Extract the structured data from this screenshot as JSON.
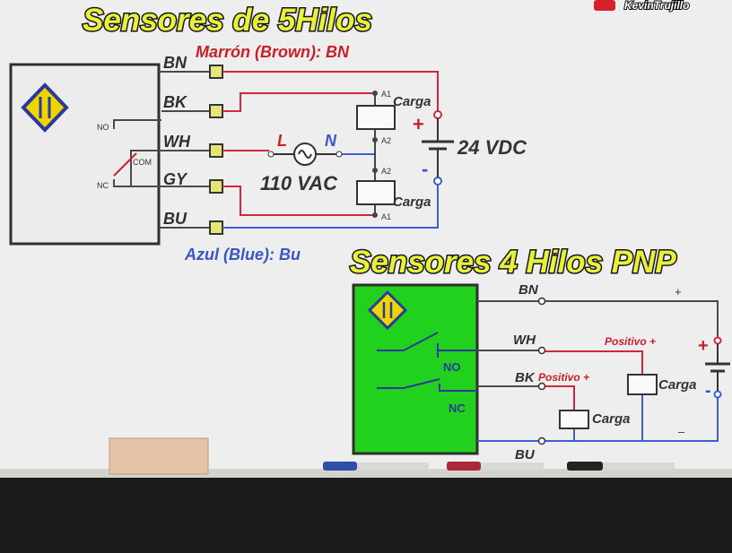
{
  "top": {
    "title": "Sensores de 5Hilos",
    "channel": "KevinTrujillo",
    "terminals": [
      "BN",
      "BK",
      "WH",
      "GY",
      "BU"
    ],
    "brown_note": "Marrón (Brown): BN",
    "blue_note": "Azul (Blue): Bu",
    "switch_labels": {
      "no": "NO",
      "com": "COM",
      "nc": "NC"
    },
    "relay_pins": {
      "a1": "A1",
      "a2": "A2"
    },
    "load_label": "Carga",
    "ac_source": {
      "value": "110 VAC",
      "l": "L",
      "n": "N"
    },
    "dc_source": {
      "value": "24 VDC",
      "plus": "+",
      "minus": "-"
    }
  },
  "bottom": {
    "title": "Sensores 4 Hilos PNP",
    "wires": [
      "BN",
      "WH",
      "BK",
      "BU"
    ],
    "contact_labels": {
      "no": "NO",
      "nc": "NC"
    },
    "positive_label": "Positivo +",
    "load_label": "Carga",
    "dc_source": {
      "plus": "+",
      "minus": "-"
    },
    "rail_plus": "+",
    "rail_minus": "–"
  },
  "colors": {
    "sensor_green": "#22d11e",
    "wire_red": "#d0283a",
    "wire_blue": "#3d5fd0",
    "title_yellow": "#e8f03a",
    "terminal_yellow": "#e6e678"
  }
}
